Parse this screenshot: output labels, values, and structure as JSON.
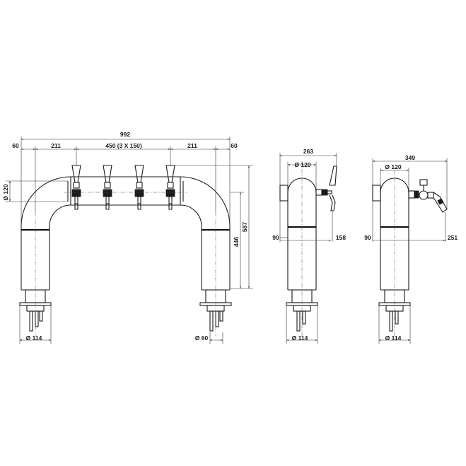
{
  "front_view": {
    "overall_width": "992",
    "left_end": "60",
    "left_spacing": "211",
    "tap_spacing": "450 (3 X 150)",
    "right_spacing": "211",
    "right_end": "60",
    "pipe_diameter": "Ø 120",
    "height_total": "587",
    "height_column": "446",
    "base_diameter": "Ø 114",
    "outlet_diameter": "Ø 60"
  },
  "side_view_1": {
    "depth": "263",
    "pipe_diameter": "Ø 120",
    "offset": "90",
    "tap_height": "158",
    "base_diameter": "Ø 114"
  },
  "side_view_2": {
    "depth": "349",
    "pipe_diameter": "Ø 120",
    "offset": "90",
    "tap_height": "251",
    "base_diameter": "Ø 114"
  }
}
